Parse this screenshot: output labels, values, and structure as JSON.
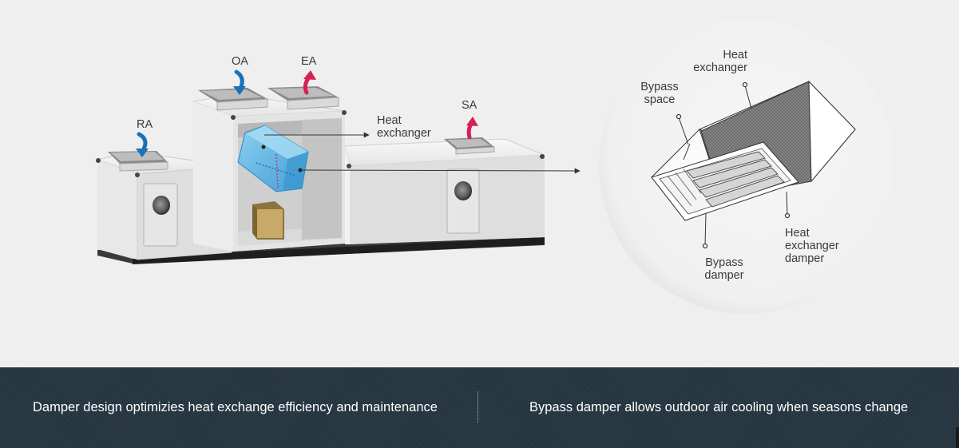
{
  "ahu_labels": {
    "ra": "RA",
    "oa": "OA",
    "ea": "EA",
    "sa": "SA",
    "heat_exchanger_line1": "Heat",
    "heat_exchanger_line2": "exchanger"
  },
  "detail_labels": {
    "heat_exchanger_line1": "Heat",
    "heat_exchanger_line2": "exchanger",
    "bypass_space_line1": "Bypass",
    "bypass_space_line2": "space",
    "heat_exchanger_damper_line1": "Heat",
    "heat_exchanger_damper_line2": "exchanger",
    "heat_exchanger_damper_line3": "damper",
    "bypass_damper_line1": "Bypass",
    "bypass_damper_line2": "damper"
  },
  "footer": {
    "left_caption": "Damper design optimizies heat exchange efficiency and maintenance",
    "right_caption": "Bypass damper allows outdoor air cooling when seasons change"
  },
  "colors": {
    "footer_bg": "#23333d",
    "blue_arrow": "#1a72b8",
    "red_arrow": "#d52155",
    "exchanger_blue": "#5fb6e3"
  }
}
